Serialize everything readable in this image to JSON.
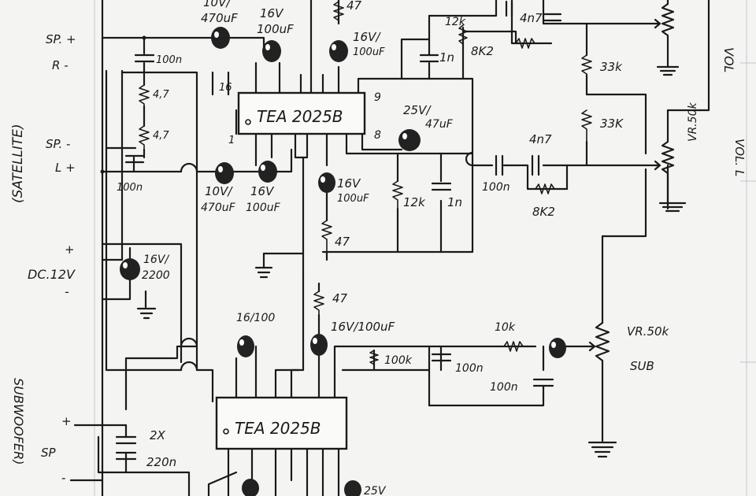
{
  "labels": {
    "top_cap_a": "10V/",
    "top_cap_a2": "470uF",
    "top_cap_b": "16V",
    "top_cap_b2": "100uF",
    "top_res_47": "47",
    "cap_16v_top": "16V/",
    "cap_16v_top2": "100uF",
    "res_12k_top": "12k",
    "cap_1n_top": "1n",
    "res_8k2_top": "8K2",
    "cap_4n7_top": "4n7",
    "res_33k_1": "33k",
    "res_33k_2": "33K",
    "vol_r": "VOL",
    "sp_plus_top": "SP. +",
    "r_minus": "R  -",
    "cap_100n_sat": "100n",
    "res_4_7_a": "4,7",
    "res_4_7_b": "4,7",
    "sp_minus": "SP.  -",
    "l_plus": "L  +",
    "cap_100n_sat2": "100n",
    "satellite": "(SATELLITE)",
    "pin16": "16",
    "pin1": "1",
    "pin9": "9",
    "pin8": "8",
    "ic_top": "TEA 2025B",
    "cap_25v": "25V/",
    "cap_25v2": "47uF",
    "cap_4n7_mid": "4n7",
    "cap_100n_mid": "100n",
    "res_8k2_mid": "8K2",
    "vr50k_l": "VR.50k",
    "vol_l": "VOL. L",
    "cap_10v_bot": "10V/",
    "cap_10v_bot2": "470uF",
    "cap_16v_bot": "16V",
    "cap_16v_bot2": "100uF",
    "cap_16v_mid": "16V",
    "cap_16v_mid2": "100uF",
    "res_12k_mid": "12k",
    "cap_1n_mid": "1n",
    "res_47_mid": "47",
    "dc_plus": "+",
    "dc_12v": "DC.12V",
    "dc_minus": "-",
    "cap_2200": "16V/",
    "cap_22002": "2200",
    "res_47_low": "47",
    "cap_16_100": "16/100",
    "cap_16v_100uf": "16V/100uF",
    "res_10k": "10k",
    "res_100k": "100k",
    "cap_100n_low": "100n",
    "cap_100n_low2": "100n",
    "vr50k_sub": "VR.50k",
    "sub": "SUB",
    "ic_bot": "TEA 2025B",
    "subwoofer": "SUBWOOFER)",
    "sp_plus_bot": "+",
    "sp_bot": "SP",
    "sp_minus_bot": "-",
    "cap_2x": "2X",
    "cap_220n": "220n",
    "cap_25v_bot": "25V"
  }
}
